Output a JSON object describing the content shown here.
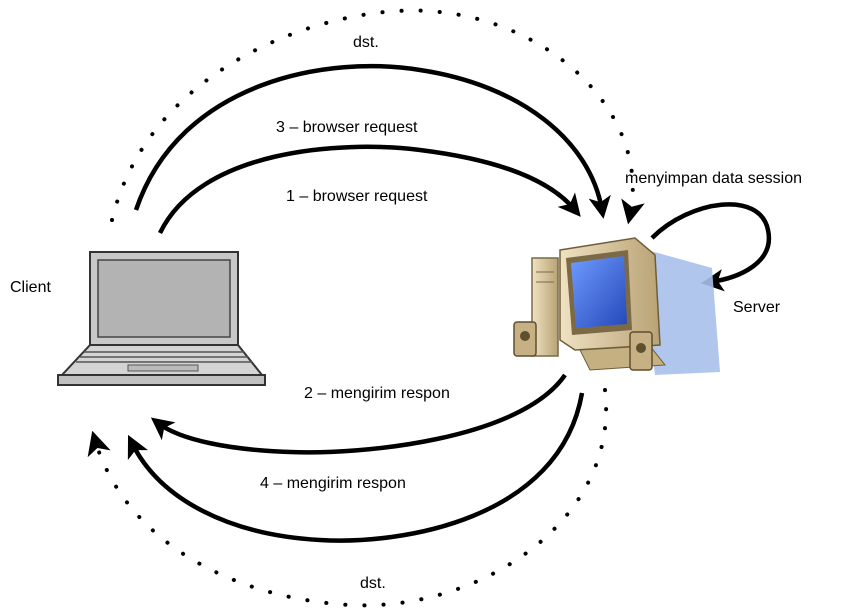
{
  "labels": {
    "client": "Client",
    "server": "Server",
    "step1": "1 – browser request",
    "step2": "2 – mengirim respon",
    "step3": "3 – browser request",
    "step4": "4 – mengirim respon",
    "session": "menyimpan data session",
    "etc_top": "dst.",
    "etc_bottom": "dst."
  },
  "icons": {
    "client": "laptop-icon",
    "server": "desktop-computer-icon"
  },
  "colors": {
    "arrow": "#000000",
    "screen_blue": "#4a78e8",
    "computer_beige": "#d9c9a3",
    "shadow_blue": "#9fb7e3"
  }
}
